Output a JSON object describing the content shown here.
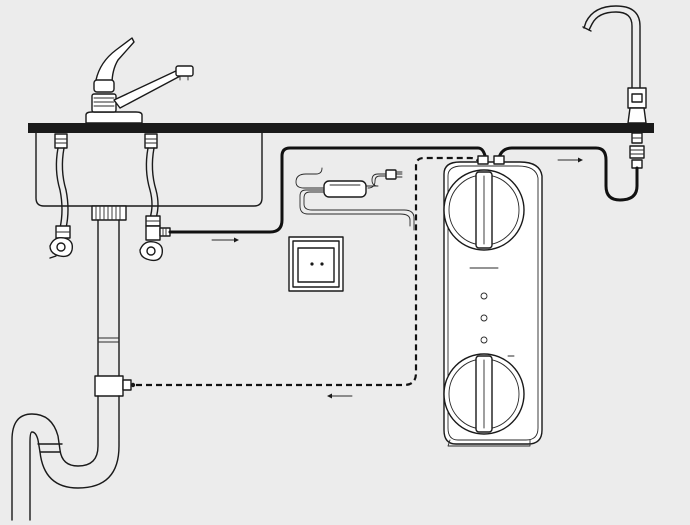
{
  "colors": {
    "background": "#ececec",
    "line": "#1a1a1a",
    "countertop": "#1a1a1a",
    "unit_fill": "#ffffff"
  },
  "icons": [
    "kitchen-faucet-icon",
    "drinking-faucet-icon",
    "power-adapter-icon",
    "wall-socket-icon",
    "filter-unit-icon",
    "p-trap-drain-icon",
    "angle-valve-icon",
    "flow-arrow-icon"
  ],
  "flow_arrows": {
    "inlet": "right",
    "outlet": "right",
    "drain": "left"
  }
}
